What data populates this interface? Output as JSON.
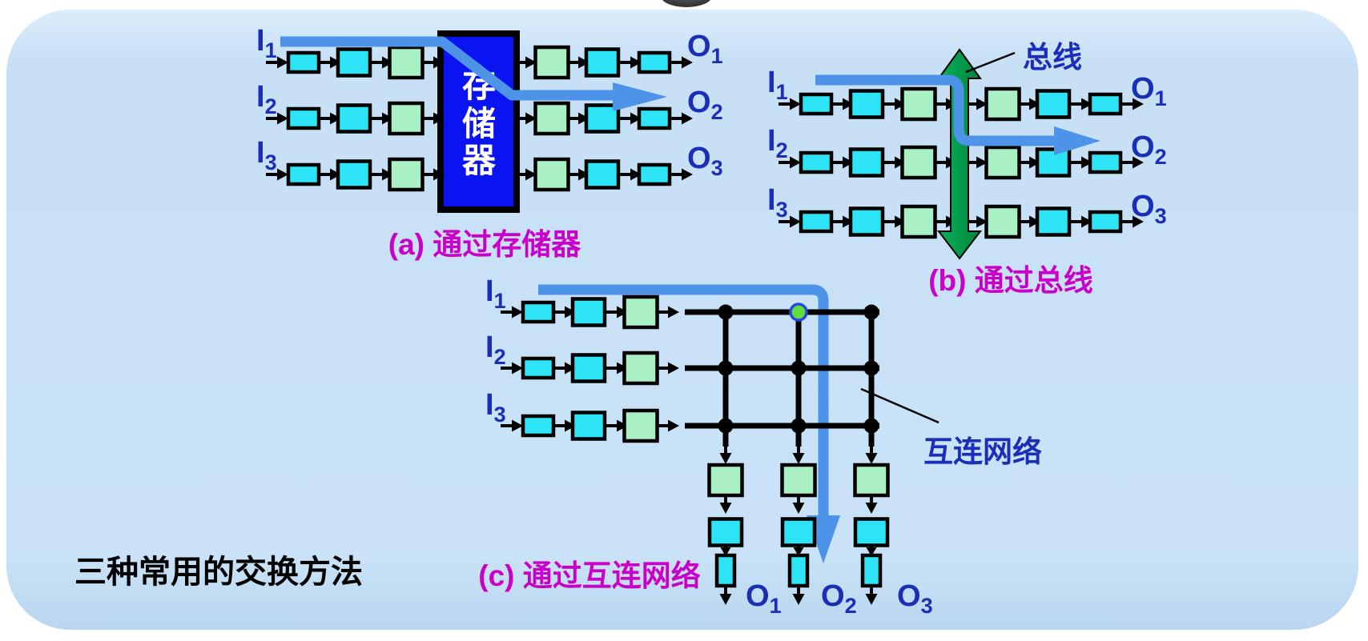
{
  "title": "三种常用的交换方法",
  "colors": {
    "panel_bg": "#c9e2f7",
    "panel_bg_light": "#dcedfc",
    "panel_bg_deep": "#b9d6ef",
    "box_cyan": "#2de4f6",
    "box_green": "#a9f0c4",
    "memory_blue": "#0a14f0",
    "route_blue": "#4d94e8",
    "bus_green": "#00a24f",
    "label_blue": "#1b2eb8",
    "caption_magenta": "#c800c8"
  },
  "diagram_a": {
    "caption": "(a) 通过存储器",
    "memory_label": "存储器",
    "memory_chars": [
      "存",
      "储",
      "器"
    ],
    "inputs": [
      {
        "main": "I",
        "sub": "1"
      },
      {
        "main": "I",
        "sub": "2"
      },
      {
        "main": "I",
        "sub": "3"
      }
    ],
    "outputs": [
      {
        "main": "O",
        "sub": "1"
      },
      {
        "main": "O",
        "sub": "2"
      },
      {
        "main": "O",
        "sub": "3"
      }
    ]
  },
  "diagram_b": {
    "caption": "(b) 通过总线",
    "bus_label": "总线",
    "inputs": [
      {
        "main": "I",
        "sub": "1"
      },
      {
        "main": "I",
        "sub": "2"
      },
      {
        "main": "I",
        "sub": "3"
      }
    ],
    "outputs": [
      {
        "main": "O",
        "sub": "1"
      },
      {
        "main": "O",
        "sub": "2"
      },
      {
        "main": "O",
        "sub": "3"
      }
    ]
  },
  "diagram_c": {
    "caption": "(c) 通过互连网络",
    "network_label": "互连网络",
    "inputs": [
      {
        "main": "I",
        "sub": "1"
      },
      {
        "main": "I",
        "sub": "2"
      },
      {
        "main": "I",
        "sub": "3"
      }
    ],
    "outputs": [
      {
        "main": "O",
        "sub": "1"
      },
      {
        "main": "O",
        "sub": "2"
      },
      {
        "main": "O",
        "sub": "3"
      }
    ]
  }
}
